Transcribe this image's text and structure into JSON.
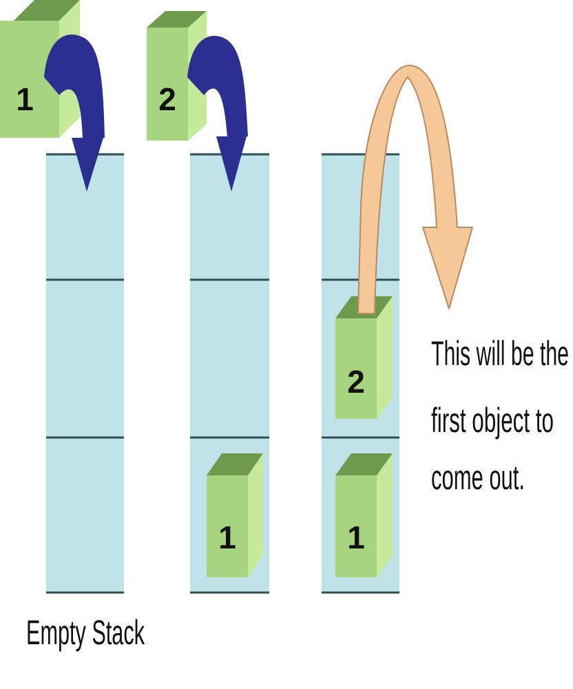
{
  "stacks": [
    {
      "caption": "Empty Stack",
      "incoming_block": "1"
    },
    {
      "caption": "",
      "incoming_block": "2",
      "stored_blocks": [
        "1"
      ]
    },
    {
      "caption": "",
      "stored_blocks": [
        "1",
        "2"
      ]
    }
  ],
  "note": {
    "lines": [
      "This will be the",
      "first object to",
      "come out."
    ]
  },
  "colors": {
    "stack_fill": "#bfe3e8",
    "stack_line": "#2e4d55",
    "cube_front": "#a6d47f",
    "cube_top": "#6f9a4e",
    "cube_side": "#c6ea9c",
    "push_arrow": "#2b2f8f",
    "pop_arrow": "#f6c898"
  },
  "icons": {
    "push": "curved-arrow-down-icon",
    "pop": "curved-arrow-out-icon",
    "block": "cube-icon"
  }
}
